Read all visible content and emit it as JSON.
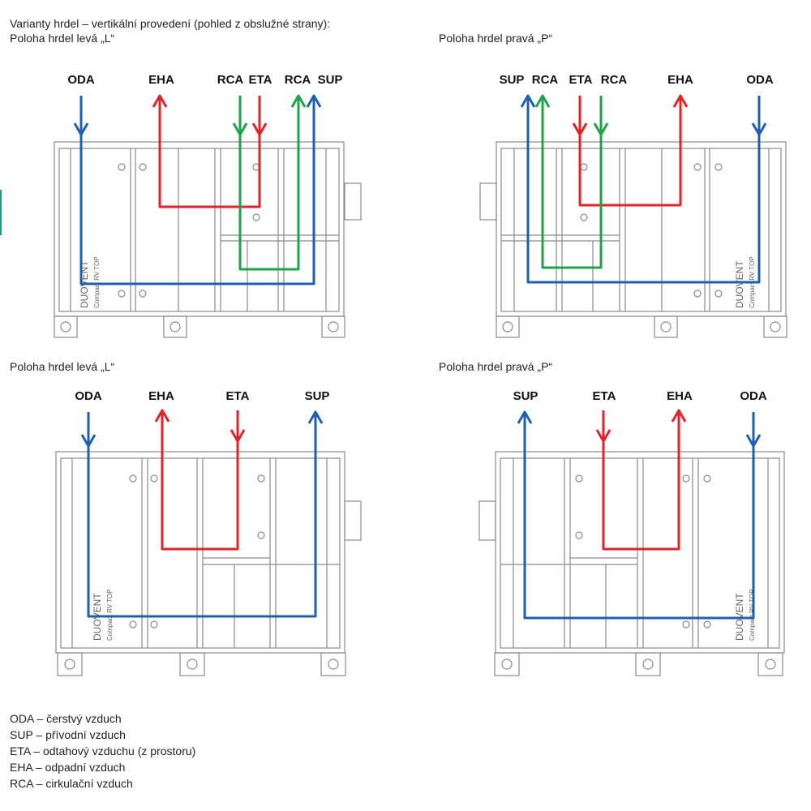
{
  "header": {
    "title": "Varianty hrdel – vertikální provedení (pohled z obslužné strany):"
  },
  "panels": [
    {
      "id": "tl",
      "caption": "Poloha hrdel levá „L“",
      "unit_text": [
        "DUOVENT",
        "Compact RV TOP"
      ],
      "labels": [
        "ODA",
        "EHA",
        "RCA",
        "ETA",
        "RCA",
        "SUP"
      ]
    },
    {
      "id": "tr",
      "caption": "Poloha hrdel pravá „P“",
      "unit_text": [
        "DUOVENT",
        "Compact RV TOP"
      ],
      "labels": [
        "SUP",
        "RCA",
        "ETA",
        "RCA",
        "EHA",
        "ODA"
      ]
    },
    {
      "id": "bl",
      "caption": "Poloha hrdel levá „L“",
      "unit_text": [
        "DUOVENT",
        "Compact RV TOP"
      ],
      "labels": [
        "ODA",
        "EHA",
        "ETA",
        "SUP"
      ]
    },
    {
      "id": "br",
      "caption": "Poloha hrdel pravá „P“",
      "unit_text": [
        "DUOVENT",
        "Compact RV TOP"
      ],
      "labels": [
        "SUP",
        "ETA",
        "EHA",
        "ODA"
      ]
    }
  ],
  "legend": [
    "ODA – čerstvý vzduch",
    "SUP – přívodní vzduch",
    "ETA – odtahový vzduchu (z prostoru)",
    "EHA – odpadní vzduch",
    "RCA – cirkulační vzduch"
  ],
  "colors": {
    "blue": "#1f5fb0",
    "red": "#e0242a",
    "green": "#1fa34a",
    "outline": "#8a8a8a"
  }
}
